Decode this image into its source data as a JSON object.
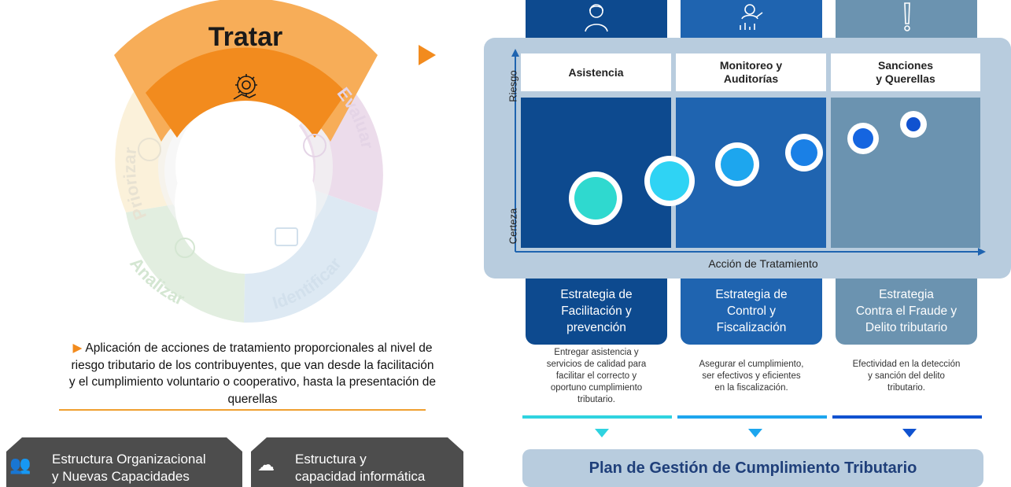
{
  "wheel": {
    "active_stage": "Tratar",
    "stages": [
      "Priorizar",
      "Evaluar",
      "Identificar",
      "Analizar"
    ]
  },
  "description": "Aplicación de acciones de tratamiento proporcionales al nivel de riesgo tributario de los contribuyentes, que van desde la facilitación y el cumplimiento voluntario o cooperativo, hasta la presentación de querellas",
  "bottom_tabs": [
    {
      "line1": "Estructura Organizacional",
      "line2": "y Nuevas Capacidades",
      "icon": "people-group-icon"
    },
    {
      "line1": "Estructura y",
      "line2": "capacidad informática",
      "icon": "cloud-network-icon"
    }
  ],
  "matrix": {
    "y_axis_top": "Riesgo",
    "y_axis_bottom": "Certeza",
    "x_axis": "Acción de Tratamiento",
    "columns": [
      {
        "header": "Asistencia",
        "icon": "person-support-icon",
        "strategy": "Estrategia de Facilitación y prevención",
        "strategy_lines": [
          "Estrategia de",
          "Facilitación y",
          "prevención"
        ],
        "description_lines": [
          "Entregar asistencia y",
          "servicios de calidad para",
          "facilitar el correcto y",
          "oportuno cumplimiento",
          "tributario."
        ]
      },
      {
        "header_lines": [
          "Monitoreo y",
          "Auditorías"
        ],
        "icon": "person-chart-icon",
        "strategy_lines": [
          "Estrategia de",
          "Control y",
          "Fiscalización"
        ],
        "description_lines": [
          "Asegurar el cumplimiento,",
          "ser efectivos y eficientes",
          "en la fiscalización."
        ]
      },
      {
        "header_lines": [
          "Sanciones",
          "y Querellas"
        ],
        "icon": "exclamation-icon",
        "strategy_lines": [
          "Estrategia",
          "Contra el Fraude y",
          "Delito tributario"
        ],
        "description_lines": [
          "Efectividad en la detección",
          "y sanción del delito",
          "tributario."
        ]
      }
    ]
  },
  "plan_title": "Plan de Gestión de Cumplimiento Tributario",
  "colors": {
    "orange": "#f28b1e",
    "col1": "#0d4a8f",
    "col2": "#1f64b0",
    "col3": "#6b93b0"
  }
}
